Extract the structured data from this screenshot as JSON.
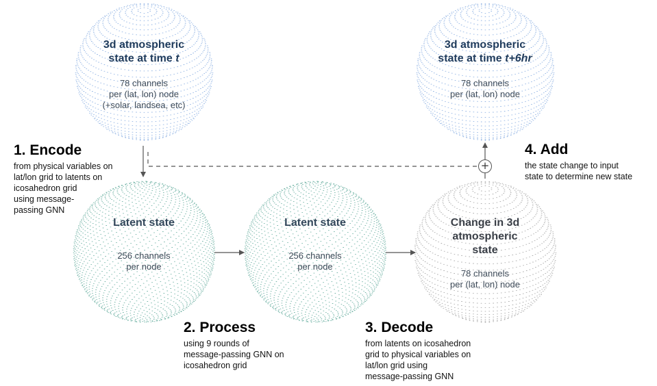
{
  "nodes": {
    "input_state": {
      "title_line1": "3d atmospheric",
      "title_line2_prefix": "state at time ",
      "title_line2_italic": "t",
      "sub_line1": "78 channels",
      "sub_line2": "per (lat, lon) node",
      "sub_line3": "(+solar, landsea, etc)",
      "color": "#8fb2e3"
    },
    "output_state": {
      "title_line1": "3d atmospheric",
      "title_line2_prefix": "state at time ",
      "title_line2_italic": "t+6hr",
      "sub_line1": "78 channels",
      "sub_line2": "per (lat, lon) node",
      "color": "#8fb2e3"
    },
    "latent_1": {
      "title": "Latent state",
      "sub_line1": "256 channels",
      "sub_line2": "per node",
      "color": "#6fb2a4"
    },
    "latent_2": {
      "title": "Latent state",
      "sub_line1": "256 channels",
      "sub_line2": "per node",
      "color": "#6fb2a4"
    },
    "change_state": {
      "title_line1": "Change in 3d",
      "title_line2": "atmospheric",
      "title_line3": "state",
      "sub_line1": "78 channels",
      "sub_line2": "per (lat, lon) node",
      "color": "#a9a9a9"
    }
  },
  "steps": {
    "encode": {
      "title": "1. Encode",
      "line1": "from physical variables on",
      "line2": "lat/lon grid to latents on",
      "line3": "icosahedron grid",
      "line4": "using message-",
      "line5": "passing GNN"
    },
    "process": {
      "title": "2. Process",
      "line1": "using 9 rounds of",
      "line2": "message-passing GNN on",
      "line3": "icosahedron grid"
    },
    "decode": {
      "title": "3. Decode",
      "line1": "from latents on icosahedron",
      "line2": "grid to physical variables on",
      "line3": "lat/lon grid using",
      "line4": "message-passing GNN"
    },
    "add": {
      "title": "4. Add",
      "line1": "the state change to input",
      "line2": "state to determine new state"
    }
  },
  "plus_symbol": "+"
}
